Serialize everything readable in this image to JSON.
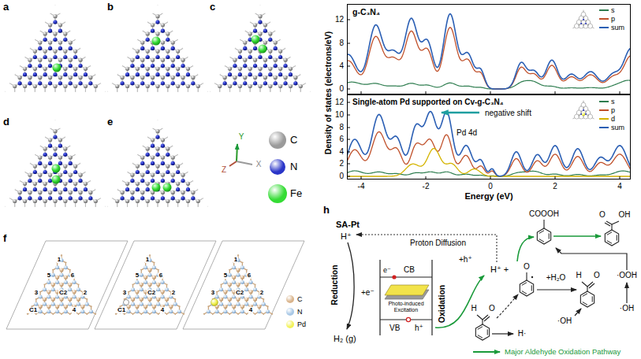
{
  "diagram": {
    "nodes": [
      {
        "text": [
          "g-C₃N₄"
        ]
      },
      {
        "text": [
          "Single-atom Pd supported on Cv-g-C₃N₄",
          "negative shift",
          "Pd 4d"
        ]
      }
    ],
    "labels": [
      "a",
      "b",
      "c",
      "d",
      "e",
      "Y",
      "Z",
      "X",
      "f",
      "1",
      "5",
      "6",
      "3",
      "C2",
      "2",
      "C1",
      "4",
      "1",
      "5",
      "6",
      "3",
      "C2",
      "2",
      "C1",
      "4",
      "1",
      "5",
      "6",
      "3",
      "C2",
      "2",
      "4",
      "Density of states (electrons/eV)",
      "0",
      "4",
      "8",
      "12",
      "0",
      "2",
      "4",
      "6",
      "8",
      "10",
      "12",
      "-4",
      "-2",
      "0",
      "2",
      "4",
      "Energy (eV)",
      "h",
      "SA-Pt",
      "H⁺",
      "Proton Diffusion",
      "Reduction",
      "+e⁻",
      "H₂ (g)",
      "e⁻",
      "CB",
      "Photo-induced Excitation",
      "VB",
      "h⁺",
      "Oxidation",
      "+h⁺",
      "H⁺ +",
      "O",
      "COOOH",
      "O",
      "OH",
      "+H₂O",
      "H",
      "O",
      "·OOH",
      "·OH",
      "·OH",
      "H",
      "O",
      "H·",
      "Major Aldehyde Oxidation Pathway"
    ],
    "legend": [
      {
        "text": "C",
        "color": "#9a9a9a"
      },
      {
        "text": "N",
        "color": "#2a35c8"
      },
      {
        "text": "Fe",
        "color": "#35dc35"
      },
      {
        "text": "C",
        "color": "#d9b48c"
      },
      {
        "text": "N",
        "color": "#a9c8e6"
      },
      {
        "text": "Pd",
        "color": "#f2f25a"
      },
      {
        "text": "s"
      },
      {
        "text": "p"
      },
      {
        "text": "sum"
      },
      {
        "text": "s"
      },
      {
        "text": "p"
      },
      {
        "text": "d"
      },
      {
        "text": "sum"
      }
    ]
  }
}
